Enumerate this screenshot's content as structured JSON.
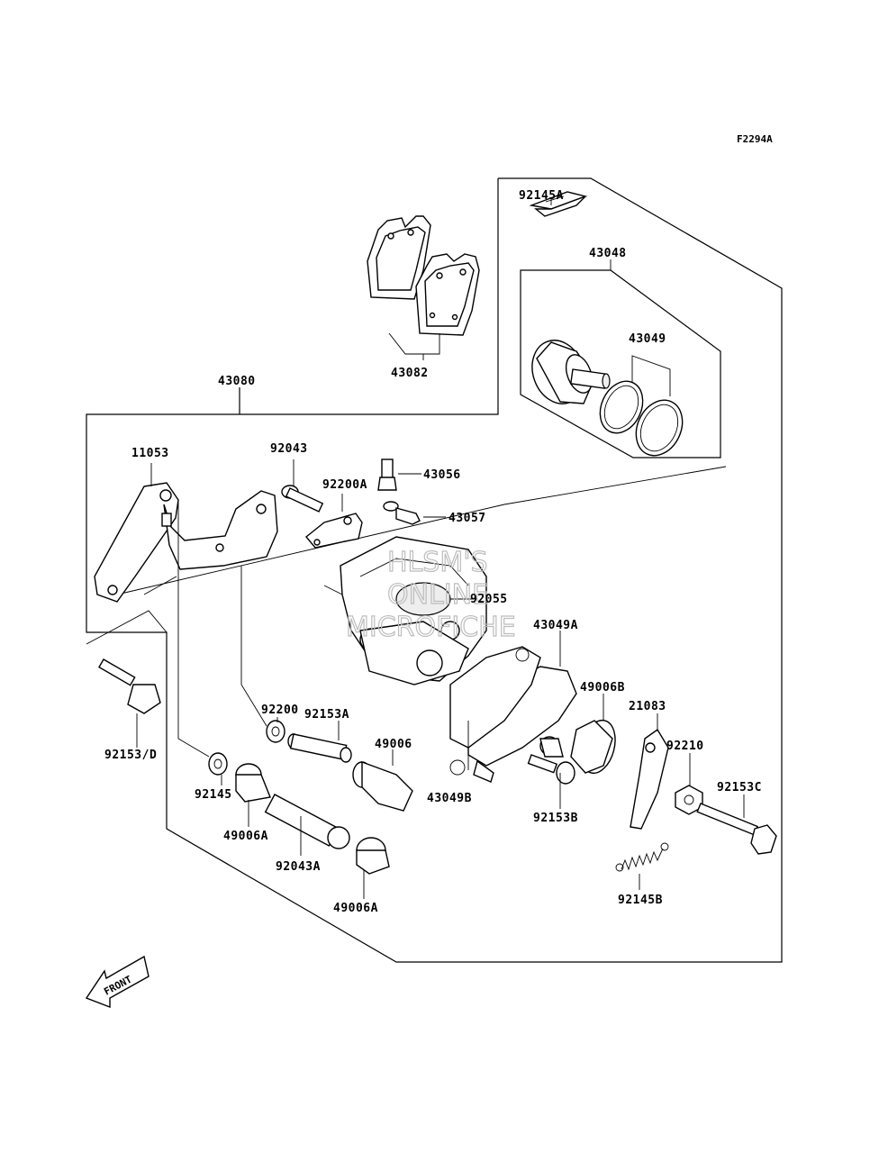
{
  "diagram_code": "F2294A",
  "watermark": {
    "line1": "HLSM'S",
    "line2": "ONLINE",
    "line3": "MICROFICHE"
  },
  "front_arrow": {
    "label": "FRONT"
  },
  "parts": {
    "p92145A": "92145A",
    "p43048": "43048",
    "p43049": "43049",
    "p43082": "43082",
    "p43080": "43080",
    "p11053": "11053",
    "p92043": "92043",
    "p92200A": "92200A",
    "p43056": "43056",
    "p43057": "43057",
    "p92055": "92055",
    "p43049A": "43049A",
    "p49006B": "49006B",
    "p21083": "21083",
    "p92210": "92210",
    "p92153C": "92153C",
    "p92200": "92200",
    "p92153A": "92153A",
    "p49006": "49006",
    "p92153D": "92153/D",
    "p92145": "92145",
    "p49006A_1": "49006A",
    "p92043A": "92043A",
    "p49006A_2": "49006A",
    "p43049B": "43049B",
    "p92153B": "92153B",
    "p92145B": "92145B"
  }
}
